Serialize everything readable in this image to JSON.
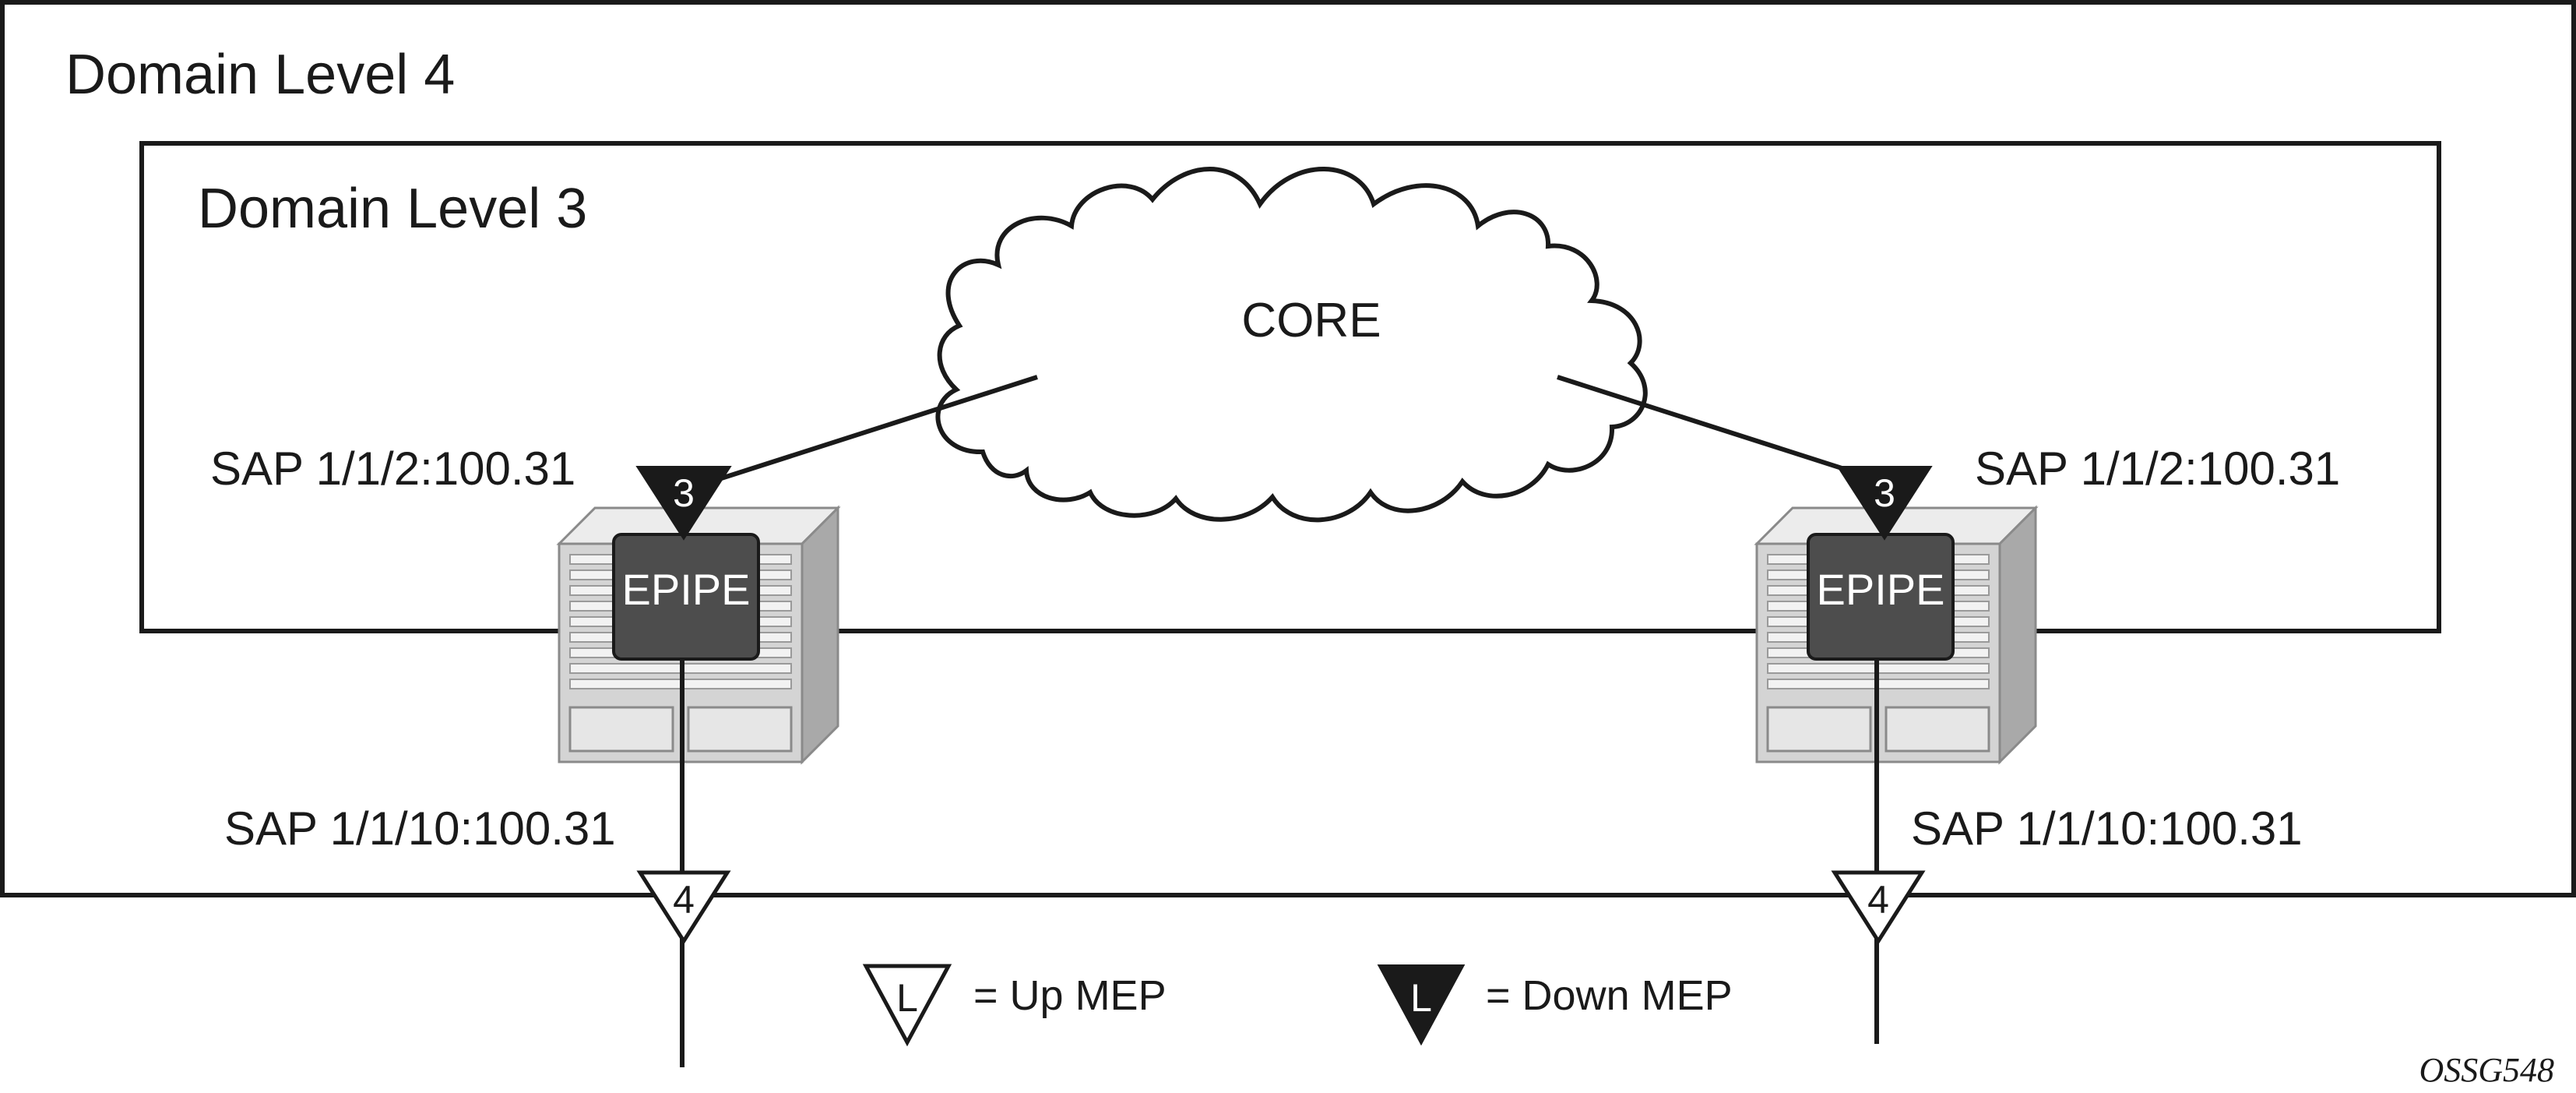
{
  "domains": {
    "outer": {
      "label": "Domain Level 4"
    },
    "inner": {
      "label": "Domain Level 3"
    }
  },
  "core": {
    "label": "CORE"
  },
  "nodes": {
    "left": {
      "service_label": "EPIPE",
      "network_sap": "SAP 1/1/2:100.31",
      "access_sap": "SAP 1/1/10:100.31",
      "down_mep_level": "3",
      "up_mep_level": "4"
    },
    "right": {
      "service_label": "EPIPE",
      "network_sap": "SAP 1/1/2:100.31",
      "access_sap": "SAP 1/1/10:100.31",
      "down_mep_level": "3",
      "up_mep_level": "4"
    }
  },
  "legend": {
    "up_mep": {
      "symbol": "L",
      "text": "= Up MEP"
    },
    "down_mep": {
      "symbol": "L",
      "text": "= Down MEP"
    }
  },
  "figure_id": "OSSG548",
  "colors": {
    "line": "#1a1a1a",
    "chassis_fill": "#d4d4d4",
    "chassis_light": "#ececec",
    "chassis_shade": "#a9a9a9",
    "service_box": "#4d4d4d",
    "down_mep_fill": "#1a1a1a",
    "up_mep_fill": "#ffffff"
  }
}
